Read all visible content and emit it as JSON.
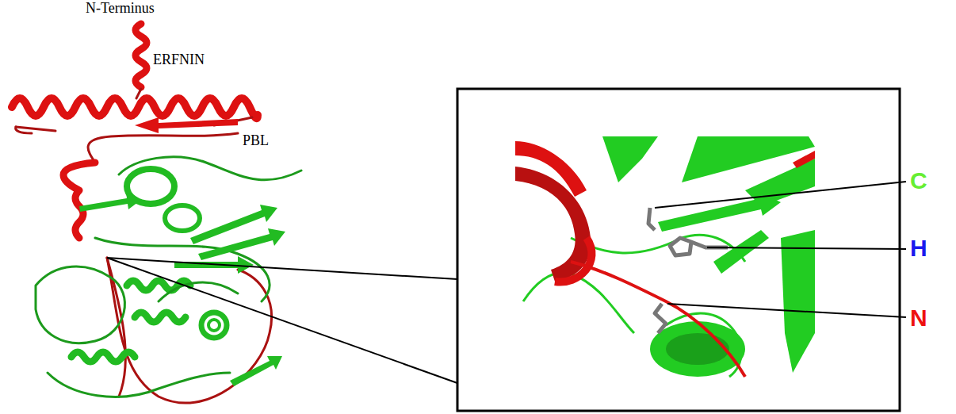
{
  "diagram": {
    "labels": [
      "N-Terminus",
      "ERFNIN",
      "PBL",
      "C",
      "H",
      "N"
    ]
  }
}
